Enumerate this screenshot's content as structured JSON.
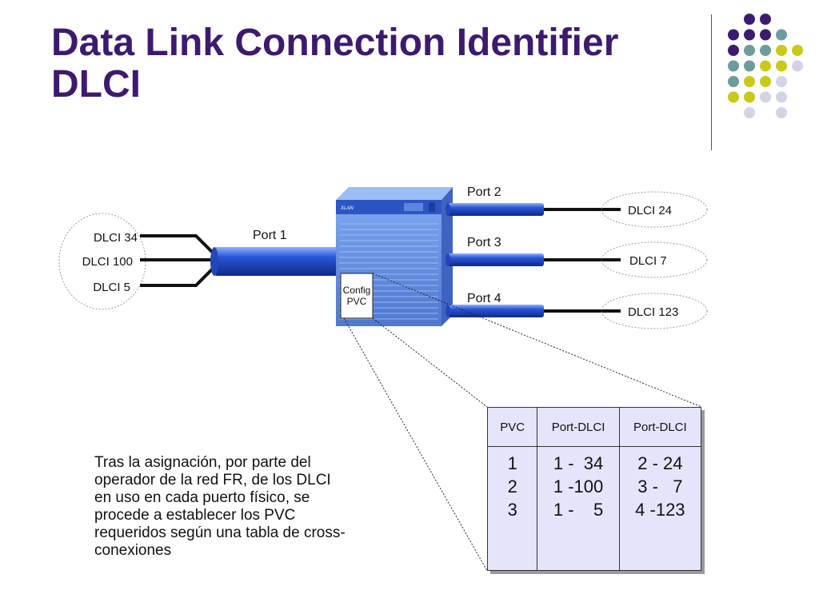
{
  "title": {
    "line1": "Data Link Connection Identifier",
    "line2": "DLCI"
  },
  "diagram": {
    "left_dlcis": [
      "DLCI 34",
      "DLCI 100",
      "DLCI 5"
    ],
    "port1_label": "Port 1",
    "ports": [
      {
        "port_label": "Port 2",
        "dlci_label": "DLCI 24"
      },
      {
        "port_label": "Port 3",
        "dlci_label": "DLCI 7"
      },
      {
        "port_label": "Port 4",
        "dlci_label": "DLCI 123"
      }
    ],
    "config_label_line1": "Config",
    "config_label_line2": "PVC",
    "switch_brand": "XLAN"
  },
  "description": {
    "lines": [
      "Tras la asignación, por parte del",
      "operador de la red FR, de los DLCI",
      "en uso en cada puerto físico, se",
      "procede a establecer los PVC",
      "requeridos según una tabla de cross-",
      "conexiones"
    ]
  },
  "pvc_table": {
    "headers": [
      "PVC",
      "Port-DLCI",
      "Port-DLCI"
    ],
    "columns": [
      [
        "1",
        "2",
        "3"
      ],
      [
        "1 -  34",
        "1 -100",
        "1 -    5"
      ],
      [
        "2 - 24",
        "3 -   7",
        "4 -123"
      ]
    ]
  },
  "colors": {
    "title": "#3d1a6e",
    "cable": "#1f46c8",
    "switch": "#6f97e0",
    "table_bg": "#e4e4fb",
    "dot_purple": "#3d1a6e",
    "dot_teal": "#6e9b9b",
    "dot_yellow": "#c9c91a",
    "dot_lavender": "#d3d3e8"
  }
}
